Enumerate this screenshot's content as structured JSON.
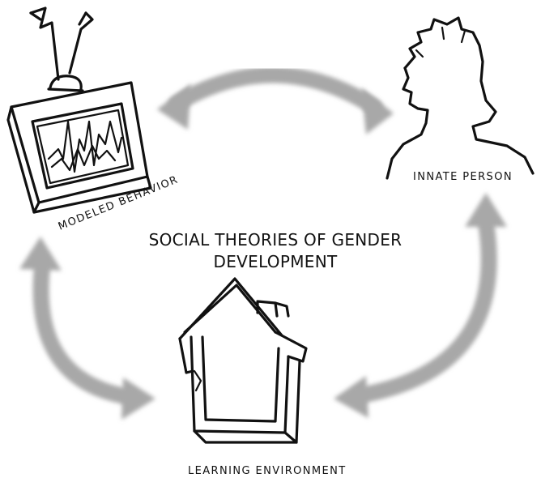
{
  "title": {
    "line1": "SOCIAL THEORIES OF GENDER",
    "line2": "DEVELOPMENT"
  },
  "nodes": {
    "modeled_behavior": {
      "label": "MODELED BEHAVIOR",
      "icon": "television-icon"
    },
    "innate_person": {
      "label": "INNATE PERSON",
      "icon": "person-silhouette-icon"
    },
    "learning_environment": {
      "label": "LEARNING ENVIRONMENT",
      "icon": "house-icon"
    }
  },
  "connections": [
    {
      "from": "modeled_behavior",
      "to": "innate_person",
      "direction": "bidirectional"
    },
    {
      "from": "modeled_behavior",
      "to": "learning_environment",
      "direction": "bidirectional"
    },
    {
      "from": "innate_person",
      "to": "learning_environment",
      "direction": "bidirectional"
    }
  ],
  "colors": {
    "arrow": "#a8a8a8",
    "ink": "#111111",
    "background": "#ffffff"
  }
}
